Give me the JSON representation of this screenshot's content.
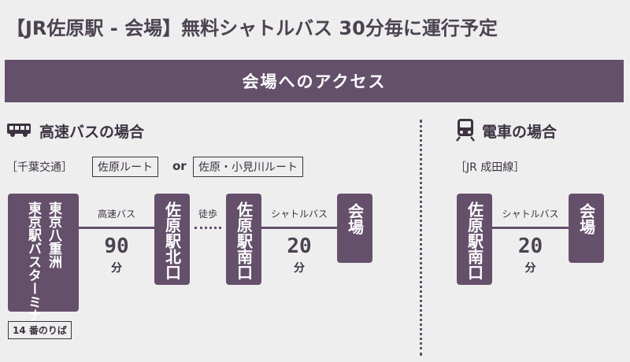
{
  "headline": "【JR佐原駅 - 会場】無料シャトルバス 30分毎に運行予定",
  "banner": "会場へのアクセス",
  "bus_section": {
    "title": "高速バスの場合",
    "operator": "［千葉交通］",
    "route1": "佐原ルート",
    "or": "or",
    "route2": "佐原・小見川ルート",
    "stop_origin_a": "東京八重洲",
    "stop_origin_b": "東京駅バスターミナル",
    "platform": "14 番のりば",
    "leg1_label": "高速バス",
    "leg1_minutes": "90",
    "leg1_unit": "分",
    "stop_north": "佐原駅北口",
    "walk_label": "徒歩",
    "stop_south": "佐原駅南口",
    "leg3_label": "シャトルバス",
    "leg3_minutes": "20",
    "leg3_unit": "分",
    "venue": "会場"
  },
  "train_section": {
    "title": "電車の場合",
    "line": "［JR 成田線］",
    "stop_south": "佐原駅南口",
    "leg_label": "シャトルバス",
    "leg_minutes": "20",
    "leg_unit": "分",
    "venue": "会場"
  },
  "icons": {
    "bus": "bus-icon",
    "train": "train-icon"
  },
  "colors": {
    "accent": "#65506b",
    "background": "#efeeef",
    "text": "#3b3340"
  }
}
